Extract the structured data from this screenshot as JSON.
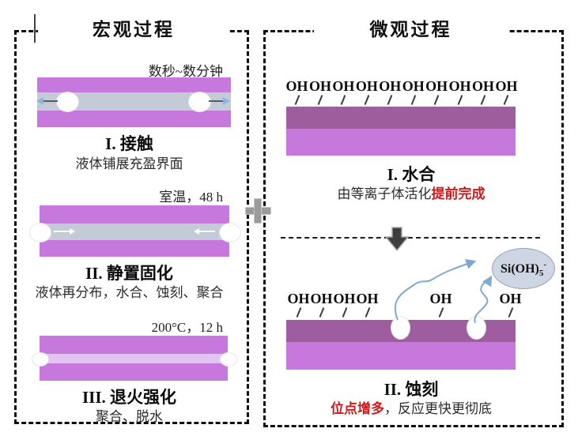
{
  "macro_panel": {
    "title": "宏观过程",
    "step1": {
      "time": "数秒~数分钟",
      "heading": "I. 接触",
      "desc": "液体铺展充盈界面"
    },
    "step2": {
      "time": "室温，48 h",
      "heading": "II. 静置固化",
      "desc": "液体再分布，水合、蚀刻、聚合"
    },
    "step3": {
      "time": "200°C，12 h",
      "heading": "III. 退火强化",
      "desc": "聚合、脱水"
    }
  },
  "micro_panel": {
    "title": "微观过程",
    "step1": {
      "heading": "I. 水合",
      "desc_prefix": "由等离子体活化",
      "desc_highlight": "提前完成"
    },
    "step2": {
      "heading": "II. 蚀刻",
      "desc_highlight": "位点增多",
      "desc_suffix": "，反应更快更彻底"
    },
    "oh": "OH",
    "molecule": {
      "base": "Si(OH)",
      "sub": "5",
      "sup": "-"
    }
  },
  "colors": {
    "glass": "#c678dd",
    "glass_activated_dark": "#9d5d9e",
    "liquid_gray": "#c3ccd6",
    "annealed_film": "#e2c4f0",
    "highlight_red": "#cc1a1a",
    "wavy_arrow_blue": "#7fa8d2",
    "molecule_fill": "#ced6e4",
    "block_arrow": "#3e3e3e",
    "plus_gray": "#9b9b9b"
  }
}
